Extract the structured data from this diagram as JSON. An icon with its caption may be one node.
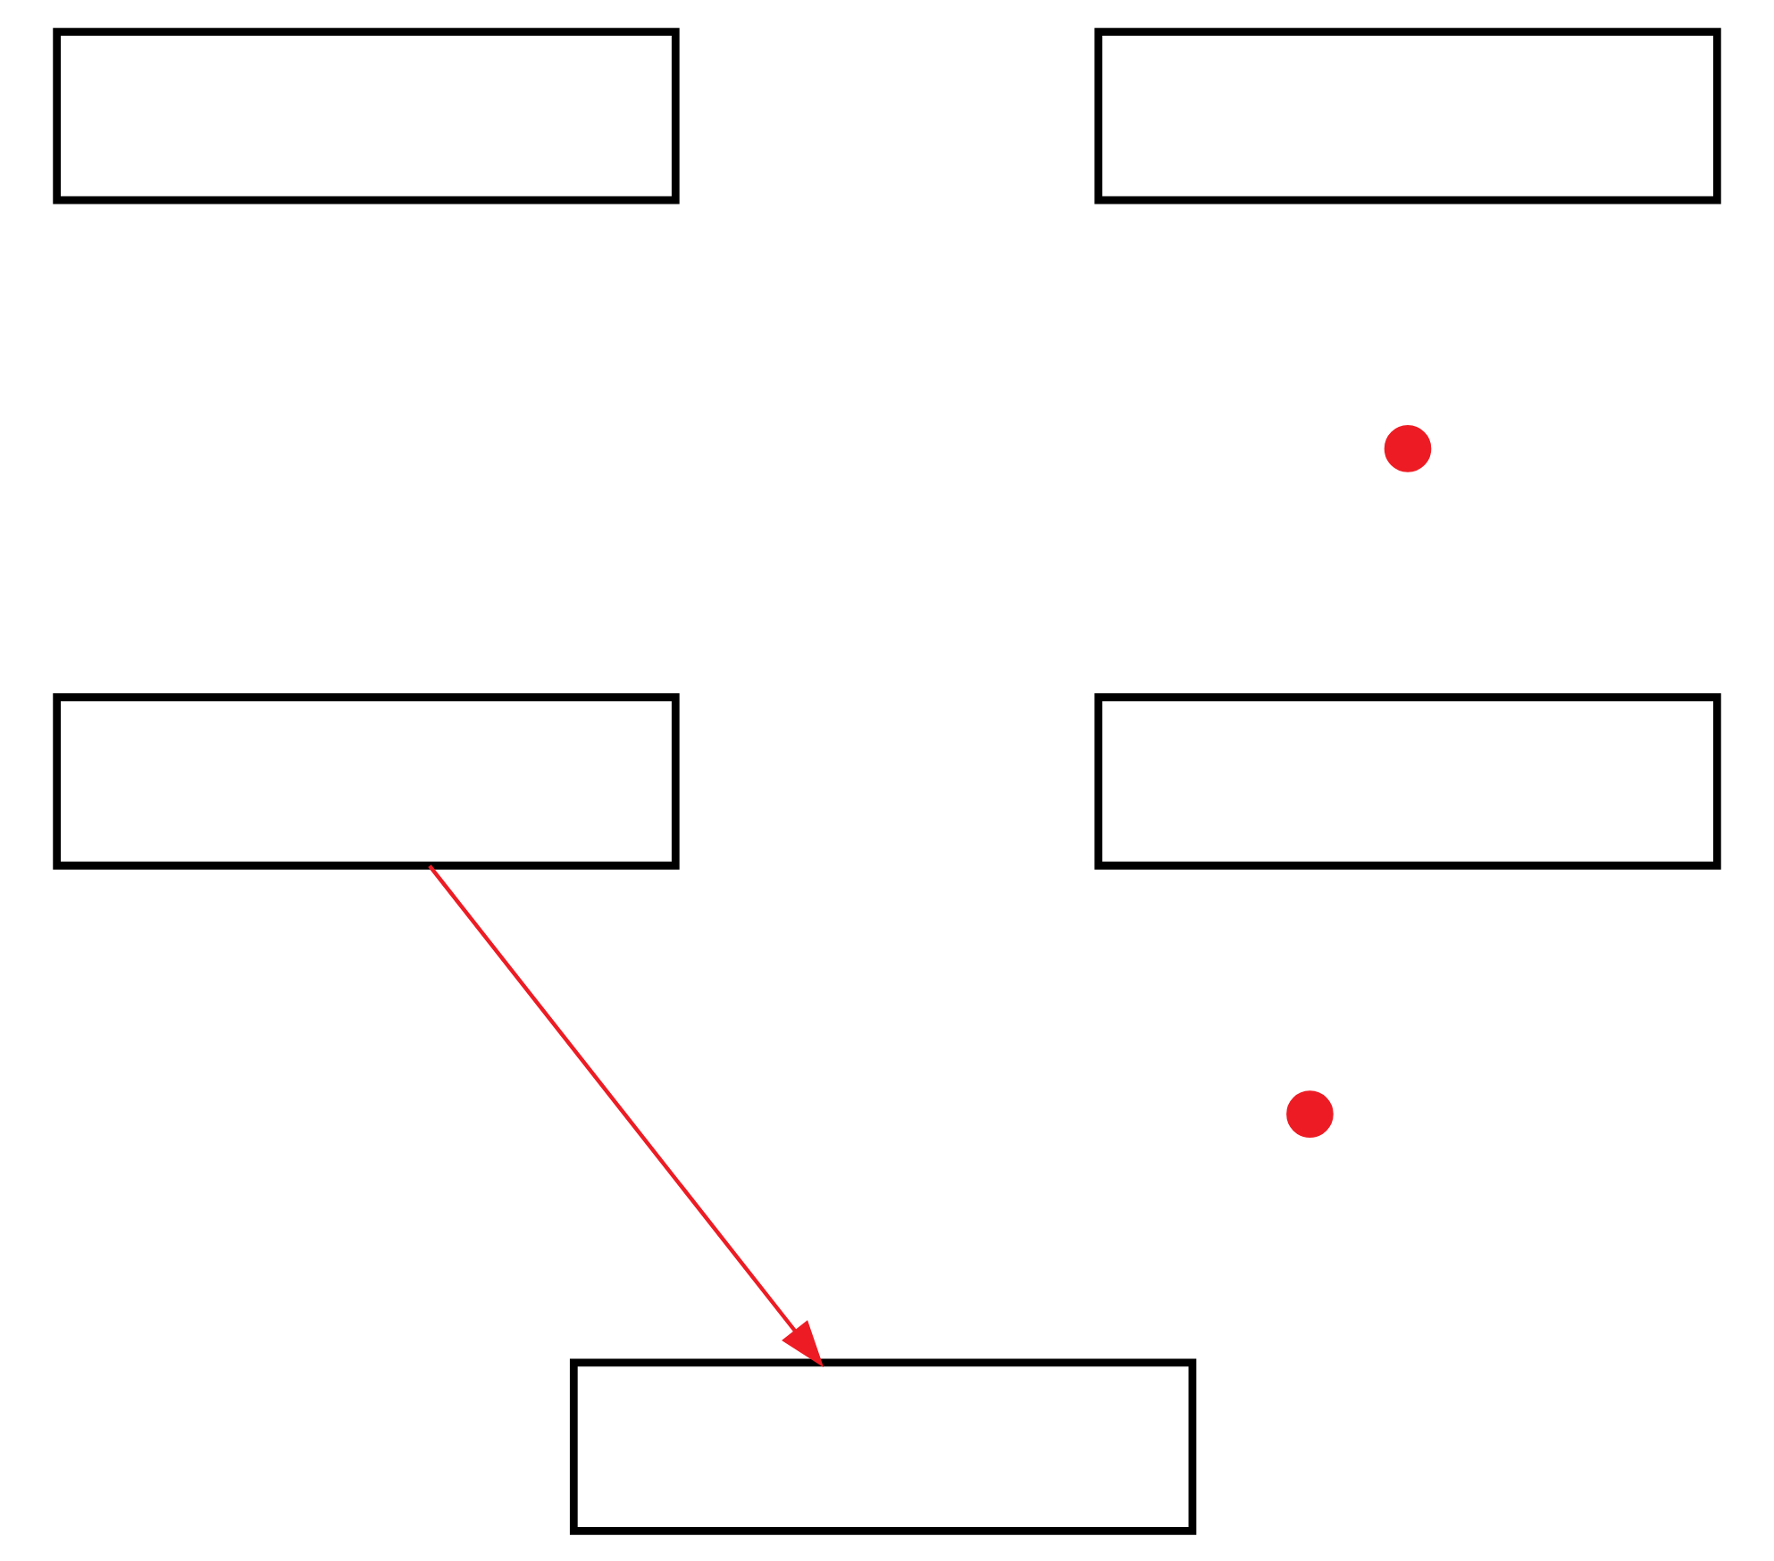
{
  "diagram": {
    "nodes": [
      {
        "text": [],
        "shape": "box"
      },
      {
        "text": [],
        "shape": "box"
      },
      {
        "text": [],
        "shape": "circle"
      },
      {
        "text": [],
        "shape": "box"
      },
      {
        "text": [],
        "shape": "box"
      },
      {
        "text": [],
        "shape": "circle"
      },
      {
        "text": [],
        "shape": "box"
      }
    ],
    "edges": [
      {
        "from": 3,
        "to": 6,
        "arrow": "to",
        "color": "#ed1c24"
      }
    ]
  }
}
